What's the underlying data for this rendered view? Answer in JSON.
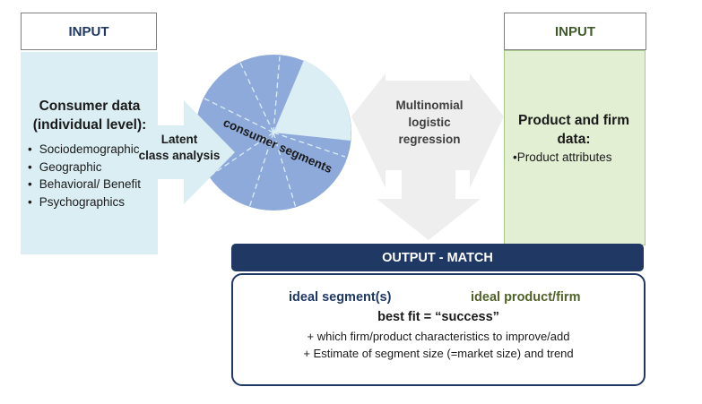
{
  "inputs": {
    "left": "INPUT",
    "right": "INPUT"
  },
  "consumer": {
    "title_line1": "Consumer data",
    "title_line2": "(individual level):",
    "items": [
      "Sociodemographic",
      "Geographic",
      "Behavioral/ Benefit",
      "Psychographics"
    ]
  },
  "latent": {
    "line1": "Latent",
    "line2": "class analysis"
  },
  "pie": {
    "label": "consumer segments"
  },
  "mnl": {
    "line1": "Multinomial",
    "line2": "logistic",
    "line3": "regression"
  },
  "product": {
    "title_line1": "Product and firm",
    "title_line2": "data:",
    "item": "•Product  attributes"
  },
  "output": {
    "header": "OUTPUT - MATCH",
    "ideal_segment": "ideal segment(s)",
    "ideal_product": "ideal product/firm",
    "best_fit": "best fit  = “success”",
    "line1": "+ which firm/product characteristics to improve/add",
    "line2": "+ Estimate of segment size (=market size) and trend"
  },
  "colors": {
    "navy": "#1f3864",
    "light_blue": "#daeef3",
    "light_green": "#e2efd3",
    "pie_blue": "#8eaadb",
    "pie_light": "#dbeef4",
    "grey_arrow": "#eeeeee"
  }
}
